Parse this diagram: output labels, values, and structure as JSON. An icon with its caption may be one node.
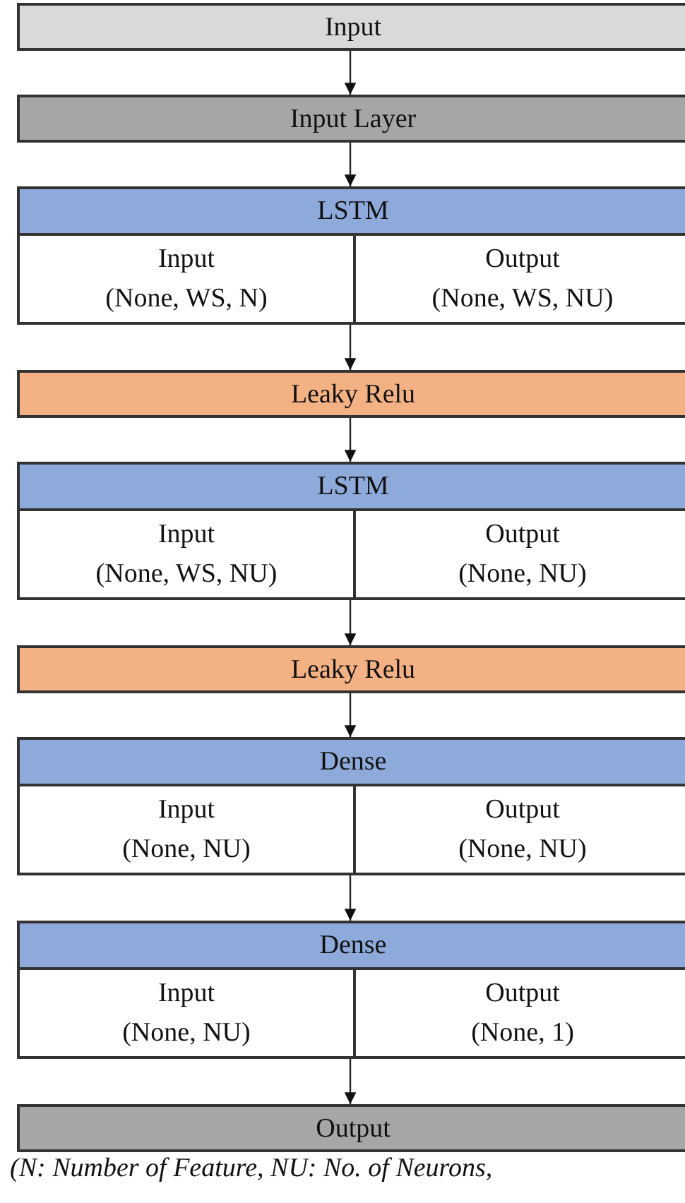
{
  "diagram": {
    "caption": "(N: Number of Feature, NU: No. of Neurons,",
    "nodes": [
      {
        "text": [
          "Input"
        ]
      },
      {
        "text": [
          "Input Layer"
        ]
      },
      {
        "text": [
          "LSTM"
        ]
      },
      {
        "text": [
          "Input",
          "(None, WS, N)"
        ],
        "in": 2
      },
      {
        "text": [
          "Output",
          "(None, WS, NU)"
        ],
        "in": 2
      },
      {
        "text": [
          "Leaky Relu"
        ]
      },
      {
        "text": [
          "LSTM"
        ]
      },
      {
        "text": [
          "Input",
          "(None, WS, NU)"
        ],
        "in": 6
      },
      {
        "text": [
          "Output",
          "(None, NU)"
        ],
        "in": 6
      },
      {
        "text": [
          "Leaky Relu"
        ]
      },
      {
        "text": [
          "Dense"
        ]
      },
      {
        "text": [
          "Input",
          "(None, NU)"
        ],
        "in": 10
      },
      {
        "text": [
          "Output",
          "(None, NU)"
        ],
        "in": 10
      },
      {
        "text": [
          "Dense"
        ]
      },
      {
        "text": [
          "Input",
          "(None, NU)"
        ],
        "in": 13
      },
      {
        "text": [
          "Output",
          "(None, 1)"
        ],
        "in": 13
      },
      {
        "text": [
          "Output"
        ]
      }
    ],
    "edges": [
      {
        "from": 0,
        "to": 1,
        "arrow": "to"
      },
      {
        "from": 1,
        "to": 2,
        "arrow": "to"
      },
      {
        "from": 2,
        "to": 5,
        "arrow": "to"
      },
      {
        "from": 5,
        "to": 6,
        "arrow": "to"
      },
      {
        "from": 6,
        "to": 9,
        "arrow": "to"
      },
      {
        "from": 9,
        "to": 10,
        "arrow": "to"
      },
      {
        "from": 10,
        "to": 13,
        "arrow": "to"
      },
      {
        "from": 13,
        "to": 16,
        "arrow": "to"
      }
    ]
  }
}
